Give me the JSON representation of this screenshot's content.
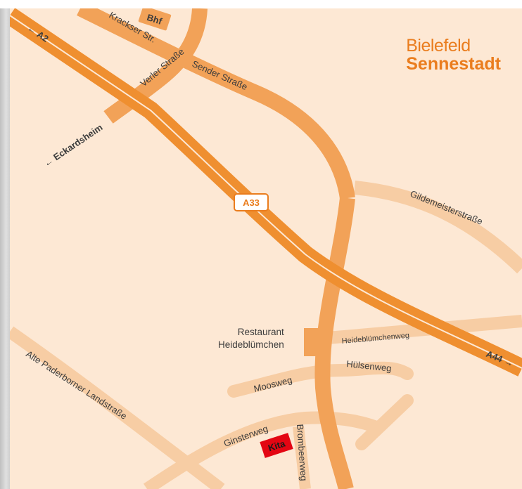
{
  "map": {
    "title_city": "Bielefeld",
    "title_district": "Sennestadt",
    "restaurant_line1": "Restaurant",
    "restaurant_line2": "Heideblümchen",
    "motorway_badge": "A33",
    "station_badge": "Bhf",
    "destination_badge": "Kita",
    "colors": {
      "background": "#fde8d4",
      "major_road": "#f2a258",
      "motorway": "#ef8f30",
      "minor_road": "#f7cda4",
      "accent": "#ea7d1e",
      "destination": "#e30613"
    }
  },
  "labels": {
    "a2": "← A2",
    "krackser": "Krackser Str.",
    "verler": "Verler Straße",
    "sender": "Sender Straße",
    "eckardsheim": "← Eckardsheim",
    "gildemeister": "Gildemeisterstraße",
    "heideblumchenweg": "Heideblümchenweg",
    "hulsenweg": "Hülsenweg",
    "moosweg": "Moosweg",
    "a44": "A44 →",
    "alte_paderborner": "Alte Paderborner Landstraße",
    "ginsterweg": "Ginsterweg",
    "brombeerweg": "Brombeerweg"
  }
}
